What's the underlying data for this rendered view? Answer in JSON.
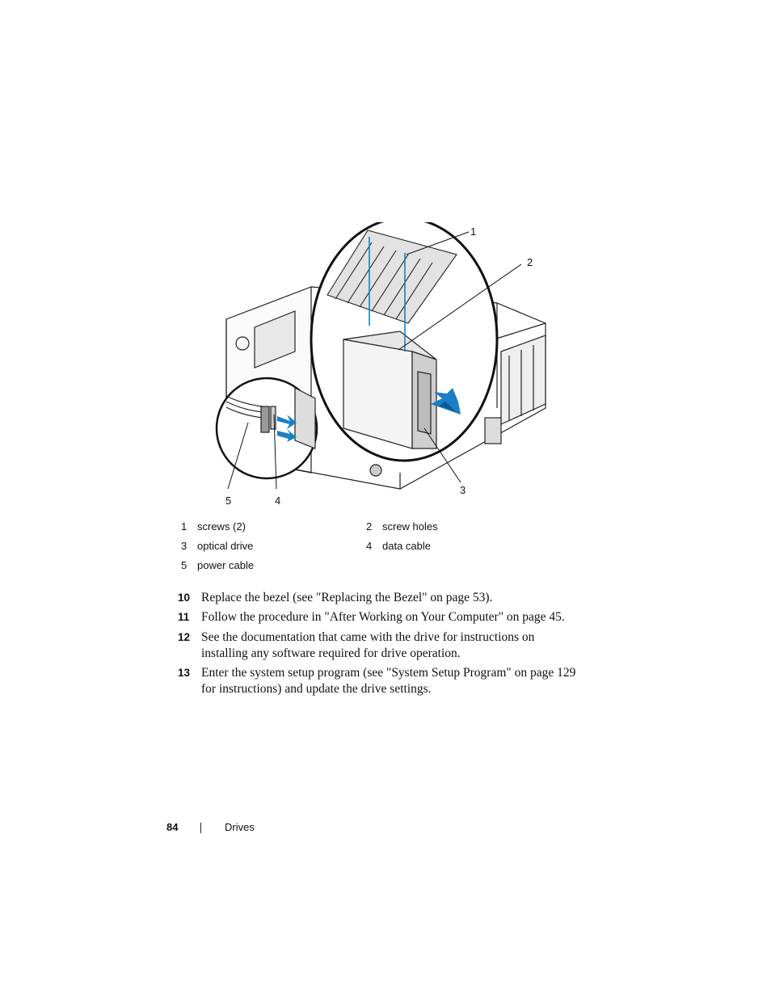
{
  "figure": {
    "callouts": [
      "1",
      "2",
      "3",
      "4",
      "5"
    ],
    "icons": [
      "computer-chassis-illustration",
      "optical-drive-illustration",
      "blue-arrow-icon"
    ],
    "colors": {
      "arrow": "#1a7fc4",
      "line": "#222222",
      "shade": "#d8d8d8"
    }
  },
  "legend": [
    {
      "num": "1",
      "label": "screws (2)"
    },
    {
      "num": "2",
      "label": "screw holes"
    },
    {
      "num": "3",
      "label": "optical drive"
    },
    {
      "num": "4",
      "label": "data cable"
    },
    {
      "num": "5",
      "label": "power cable"
    }
  ],
  "steps": [
    {
      "num": "10",
      "text": "Replace the bezel (see \"Replacing the Bezel\" on page 53)."
    },
    {
      "num": "11",
      "text": "Follow the procedure in \"After Working on Your Computer\" on page 45."
    },
    {
      "num": "12",
      "text": "See the documentation that came with the drive for instructions on installing any software required for drive operation."
    },
    {
      "num": "13",
      "text": "Enter the system setup program (see \"System Setup Program\" on page 129 for instructions) and update the drive settings."
    }
  ],
  "footer": {
    "page_number": "84",
    "section": "Drives"
  }
}
